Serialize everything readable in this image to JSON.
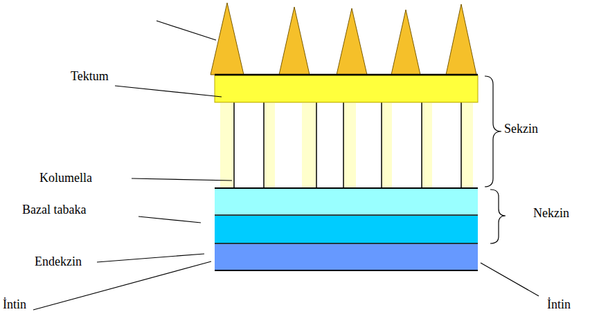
{
  "diagram": {
    "labels": [
      "Tektum",
      "Kolumella",
      "Bazal tabaka",
      "Endekzin",
      "İntin",
      "İntin",
      "Sekzin",
      "Nekzin"
    ]
  }
}
